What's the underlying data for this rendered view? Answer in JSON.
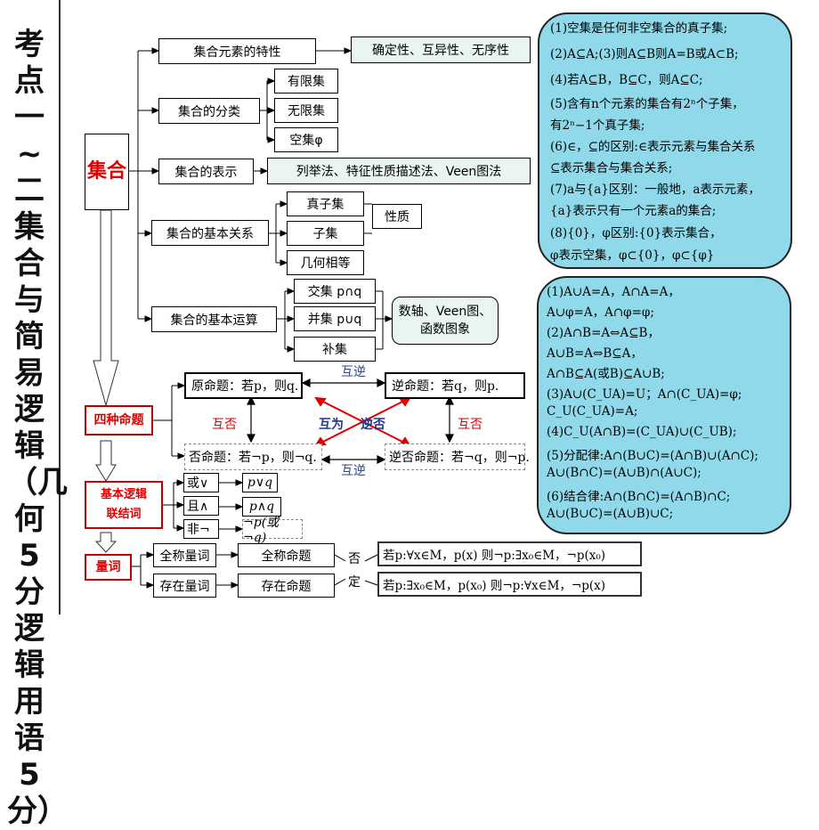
{
  "sidebar": {
    "text": "考点一~二集合与简易逻辑（几何5分 逻辑用语5分）"
  },
  "set": {
    "title": "集合",
    "elements": {
      "label": "集合元素的特性",
      "detail": "确定性、互异性、无序性"
    },
    "classify": {
      "label": "集合的分类",
      "items": [
        "有限集",
        "无限集",
        "空集φ"
      ]
    },
    "represent": {
      "label": "集合的表示",
      "detail": "列举法、特征性质描述法、Veen图法"
    },
    "relation": {
      "label": "集合的基本关系",
      "items": [
        "真子集",
        "子集",
        "几何相等"
      ],
      "property": "性质"
    },
    "operation": {
      "label": "集合的基本运算",
      "items": [
        "交集 p∩q",
        "并集 p∪q",
        "补集"
      ],
      "tools": "数轴、Veen图、\n函数图象"
    }
  },
  "propositions": {
    "title": "四种命题",
    "original": "原命题：若p，则q.",
    "converse": "逆命题：若q，则p.",
    "inverse": "否命题：若¬p，则¬q.",
    "contrapositive": "逆否命题：若¬q，则¬p.",
    "mutual_inverse_top": "互逆",
    "mutual_inverse_bottom": "互逆",
    "mutual_negation_left": "互否",
    "mutual_negation_right": "互否",
    "mutual_label_1": "互为",
    "mutual_label_2": "逆否"
  },
  "connectives": {
    "title": "基本逻辑\n联结词",
    "items": [
      {
        "word": "或∨",
        "expr": "p∨q"
      },
      {
        "word": "且∧",
        "expr": "p∧q"
      },
      {
        "word": "非¬",
        "expr": "¬p(或¬q)"
      }
    ]
  },
  "quantifiers": {
    "title": "量词",
    "universal": {
      "label": "全称量词",
      "prop": "全称命题"
    },
    "existential": {
      "label": "存在量词",
      "prop": "存在命题"
    },
    "negation_label": "否定",
    "neg_universal": "若p:∀x∈M，p(x)  则¬p:∃x₀∈M，¬p(x₀)",
    "neg_existential": "若p:∃x₀∈M，p(x₀)  则¬p:∀x∈M，¬p(x)"
  },
  "notes_top": [
    "(1)空集是任何非空集合的真子集;",
    "(2)A⊆A;(3)则A⊆B则A=B或A⊂B;",
    "(4)若A⊆B，B⊆C，则A⊆C;",
    "(5)含有n个元素的集合有2ⁿ个子集，",
    "有2ⁿ−1个真子集;",
    "(6)∈，⊆的区别:∈表示元素与集合关系",
    "⊆表示集合与集合关系;",
    "(7)a与{a}区别：一般地，a表示元素，",
    "{a}表示只有一个元素a的集合;",
    "(8){0}，φ区别:{0}表示集合，",
    "φ表示空集，φ⊂{0}，φ⊂{φ}"
  ],
  "notes_bottom": [
    "(1)A∪A=A，A∩A=A，",
    "A∪φ=A，A∩φ=φ;",
    "(2)A∩B=A⇔A⊆B，",
    "A∪B=A⇔B⊆A，",
    "A∩B⊆A(或B)⊆A∪B;",
    "(3)A∪(C_UA)=U；A∩(C_UA)=φ;",
    "C_U(C_UA)=A;",
    "(4)C_U(A∩B)=(C_UA)∪(C_UB);",
    "(5)分配律:A∩(B∪C)=(A∩B)∪(A∩C);",
    "A∪(B∩C)=(A∪B)∩(A∪C);",
    "(6)结合律:A∩(B∩C)=(A∩B)∩C;",
    "A∪(B∪C)=(A∪B)∪C;"
  ]
}
